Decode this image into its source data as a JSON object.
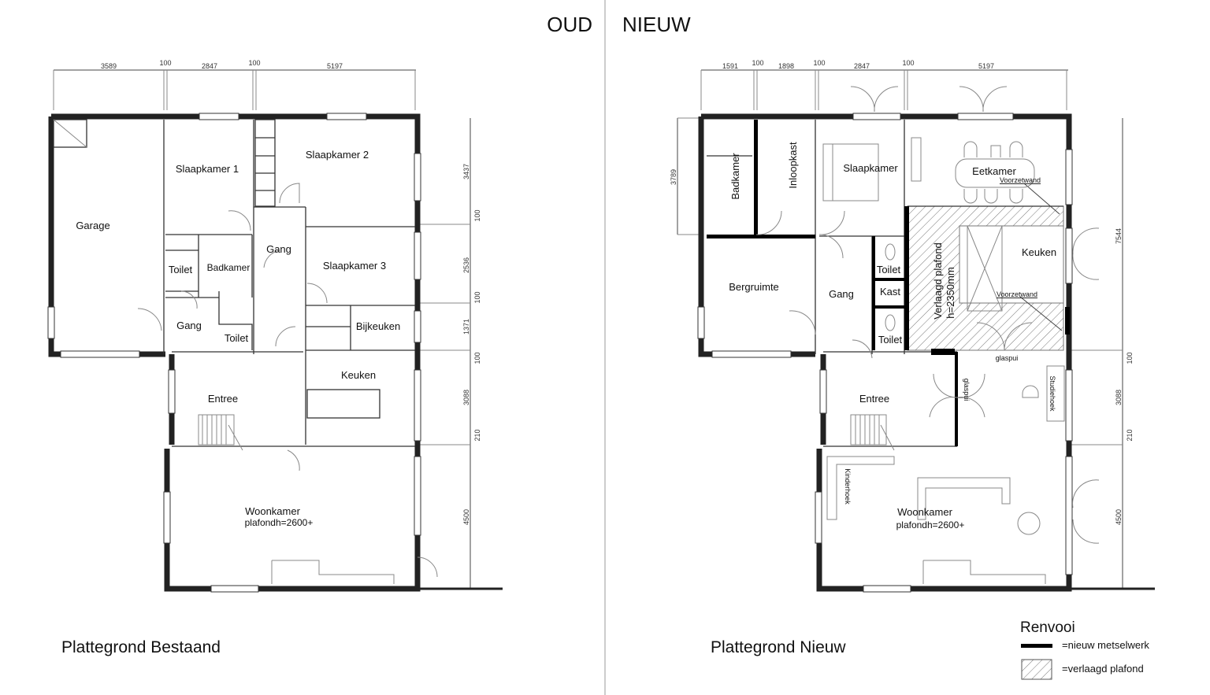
{
  "headers": {
    "old": "OUD",
    "new": "NIEUW"
  },
  "old_plan": {
    "caption": "Plattegrond Bestaand",
    "top_dims": [
      "3589",
      "100",
      "2847",
      "100",
      "5197"
    ],
    "side_dims": [
      "3437",
      "100",
      "2536",
      "100",
      "1371",
      "100",
      "3088",
      "210",
      "4500"
    ],
    "rooms": {
      "garage": "Garage",
      "slaapkamer1": "Slaapkamer 1",
      "slaapkamer2": "Slaapkamer 2",
      "slaapkamer3": "Slaapkamer 3",
      "gang1": "Gang",
      "badkamer": "Badkamer",
      "toilet1": "Toilet",
      "gang2": "Gang",
      "toilet2": "Toilet",
      "bijkeuken": "Bijkeuken",
      "keuken": "Keuken",
      "entree": "Entree",
      "woonkamer": "Woonkamer",
      "woonkamer_note": "plafondh=2600+"
    }
  },
  "new_plan": {
    "caption": "Plattegrond Nieuw",
    "top_dims": [
      "1591",
      "100",
      "1898",
      "100",
      "2847",
      "100",
      "5197"
    ],
    "left_dim": "3789",
    "right_dims": [
      "7544",
      "100",
      "3088",
      "210",
      "4500"
    ],
    "rooms": {
      "badkamer": "Badkamer",
      "inloopkast": "Inloopkast",
      "slaapkamer": "Slaapkamer",
      "eetkamer": "Eetkamer",
      "voorzetwand1": "Voorzetwand",
      "keuken": "Keuken",
      "voorzetwand2": "Voorzetwand",
      "verlaagd1": "Verlaagd plafond",
      "verlaagd2": "h=2350mm",
      "bergruimte": "Bergruimte",
      "gang": "Gang",
      "toilet1": "Toilet",
      "kast": "Kast",
      "toilet2": "Toilet",
      "glaspui1": "glaspui",
      "glaspui2": "glaspui",
      "studiehoek": "Studiehoek",
      "entree": "Entree",
      "kinderhoek": "Kinderhoek",
      "woonkamer": "Woonkamer",
      "woonkamer_note": "plafondh=2600+"
    }
  },
  "legend": {
    "title": "Renvooi",
    "items": [
      {
        "label": "=nieuw metselwerk",
        "color": "#000000"
      },
      {
        "label": "=verlaagd plafond",
        "color": "#888888"
      }
    ]
  }
}
